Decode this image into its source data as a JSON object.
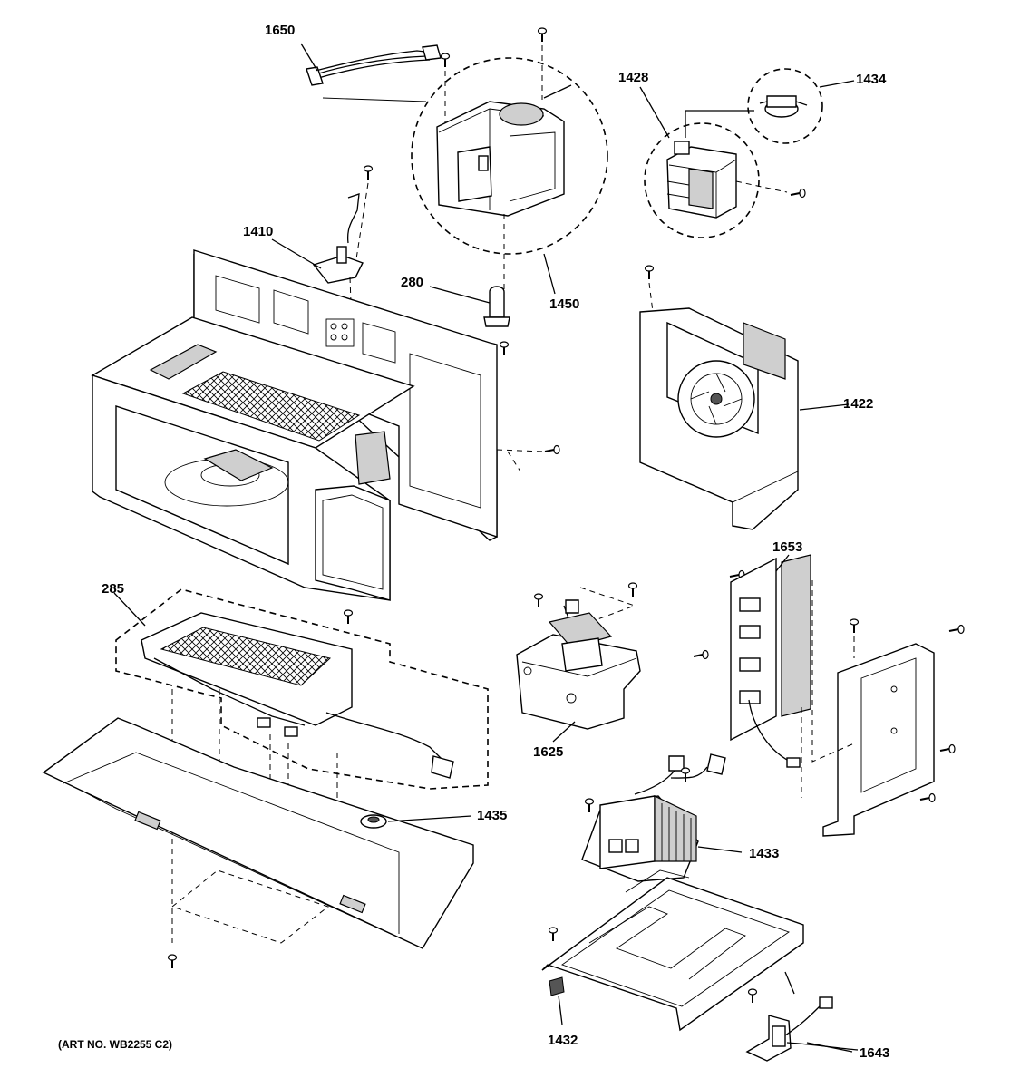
{
  "art_number": "(ART NO. WB2255 C2)",
  "callouts": [
    {
      "id": "1650",
      "label": "1650"
    },
    {
      "id": "1428",
      "label": "1428"
    },
    {
      "id": "1434",
      "label": "1434"
    },
    {
      "id": "1410",
      "label": "1410"
    },
    {
      "id": "280",
      "label": "280"
    },
    {
      "id": "1450",
      "label": "1450"
    },
    {
      "id": "1422",
      "label": "1422"
    },
    {
      "id": "285",
      "label": "285"
    },
    {
      "id": "1653",
      "label": "1653"
    },
    {
      "id": "1625",
      "label": "1625"
    },
    {
      "id": "1435",
      "label": "1435"
    },
    {
      "id": "1433",
      "label": "1433"
    },
    {
      "id": "1432",
      "label": "1432"
    },
    {
      "id": "1643",
      "label": "1643"
    }
  ]
}
